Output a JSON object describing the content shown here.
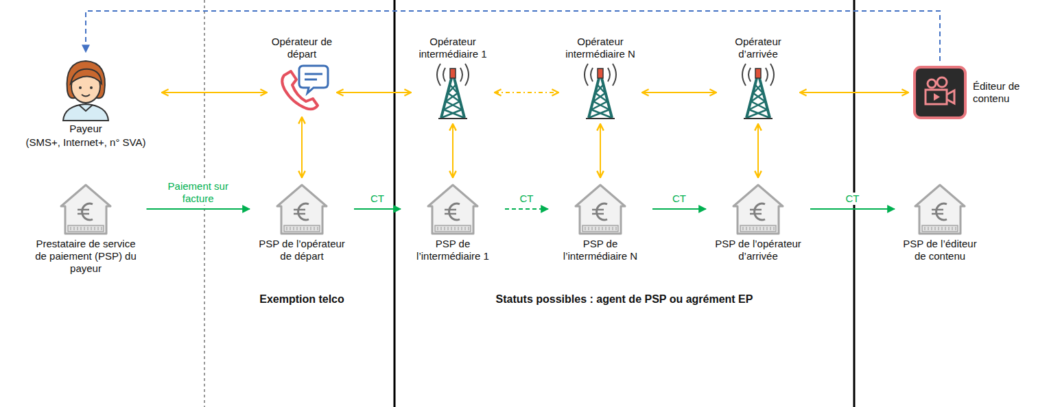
{
  "diagram": {
    "nodes": [
      {
        "text": [
          "Payeur",
          "(SMS+, Internet+, n° SVA)"
        ]
      },
      {
        "text": [
          "Opérateur de départ"
        ]
      },
      {
        "text": [
          "Opérateur intermédiaire 1"
        ]
      },
      {
        "text": [
          "Opérateur intermédiaire N"
        ]
      },
      {
        "text": [
          "Opérateur d’arrivée"
        ]
      },
      {
        "text": [
          "Éditeur de contenu"
        ]
      },
      {
        "text": [
          "Prestataire de service de paiement (PSP) du payeur"
        ]
      },
      {
        "text": [
          "PSP de l’opérateur de départ"
        ]
      },
      {
        "text": [
          "PSP de l’intermédiaire 1"
        ]
      },
      {
        "text": [
          "PSP de l’intermédiaire N"
        ]
      },
      {
        "text": [
          "PSP de l’opérateur d’arrivée"
        ]
      },
      {
        "text": [
          "PSP de l’éditeur de contenu"
        ]
      }
    ],
    "edges": [
      {
        "from": 0,
        "to": 1,
        "arrow": "both"
      },
      {
        "from": 1,
        "to": 2,
        "arrow": "both"
      },
      {
        "from": 2,
        "to": 3,
        "arrow": "both"
      },
      {
        "from": 3,
        "to": 4,
        "arrow": "both"
      },
      {
        "from": 4,
        "to": 5,
        "arrow": "both"
      },
      {
        "from": 1,
        "to": 7,
        "arrow": "both"
      },
      {
        "from": 2,
        "to": 8,
        "arrow": "both"
      },
      {
        "from": 3,
        "to": 9,
        "arrow": "both"
      },
      {
        "from": 4,
        "to": 10,
        "arrow": "both"
      },
      {
        "from": 5,
        "to": 0,
        "arrow": "to"
      },
      {
        "from": 6,
        "to": 7,
        "label": "Paiement sur facture",
        "arrow": "to"
      },
      {
        "from": 7,
        "to": 8,
        "label": "CT",
        "arrow": "to"
      },
      {
        "from": 8,
        "to": 9,
        "label": "CT",
        "arrow": "to"
      },
      {
        "from": 9,
        "to": 10,
        "label": "CT",
        "arrow": "to"
      },
      {
        "from": 10,
        "to": 11,
        "label": "CT",
        "arrow": "to"
      }
    ],
    "labels": [
      "Exemption telco",
      "Statuts possibles : agent de PSP ou agrément EP"
    ]
  }
}
